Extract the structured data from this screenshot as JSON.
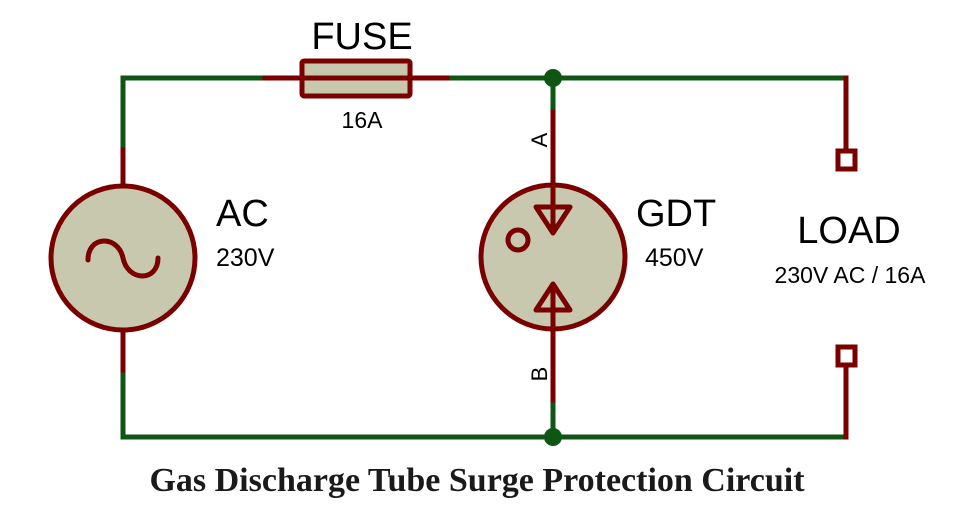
{
  "colors": {
    "wire": "#0f5514",
    "component": "#7a0000",
    "body_fill": "#c8c8ae"
  },
  "fuse": {
    "name": "FUSE",
    "rating": "16A"
  },
  "source": {
    "name": "AC",
    "value": "230V"
  },
  "gdt": {
    "name": "GDT",
    "value": "450V",
    "pin_a": "A",
    "pin_b": "B"
  },
  "load": {
    "name": "LOAD",
    "rating": "230V AC / 16A"
  },
  "title": "Gas Discharge Tube Surge Protection Circuit"
}
